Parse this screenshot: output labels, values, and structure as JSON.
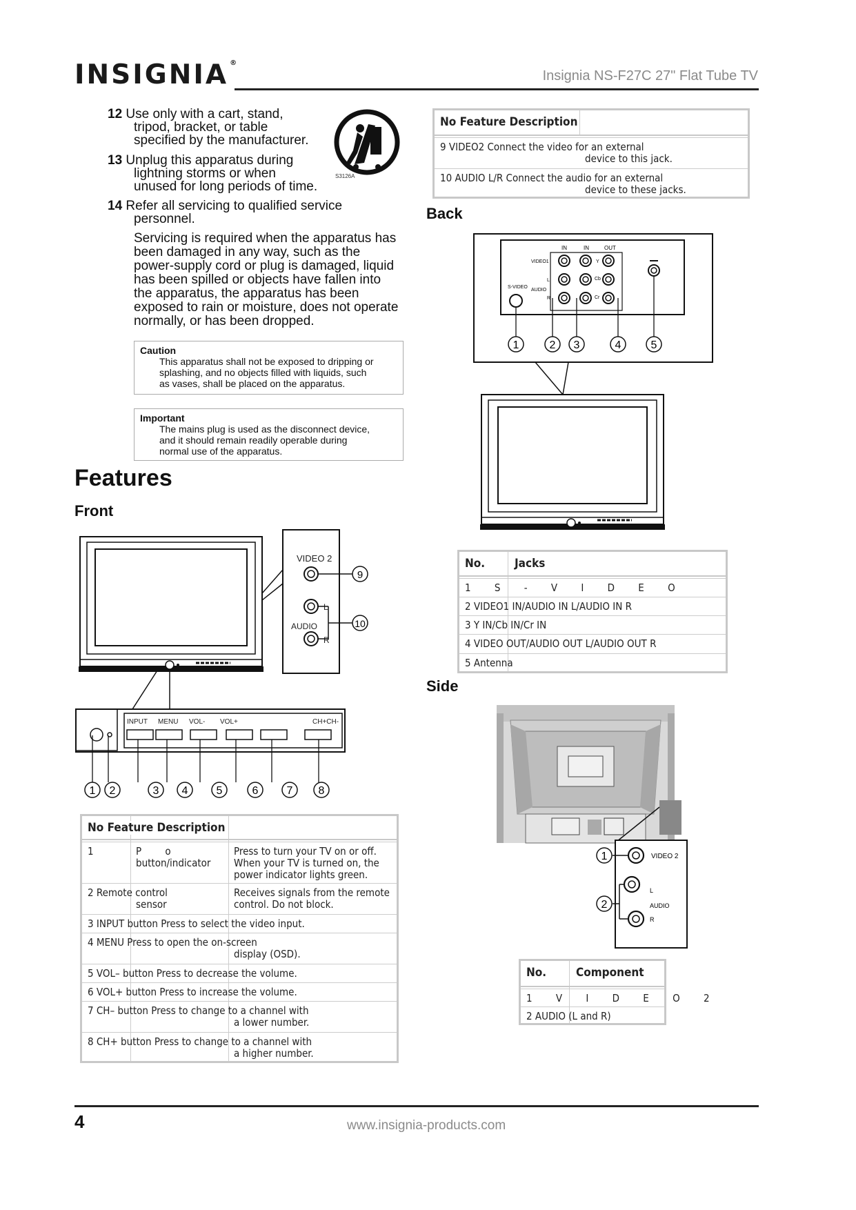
{
  "header": {
    "logo": "INSIGNIA",
    "title": "Insignia NS-F27C 27\" Flat Tube TV"
  },
  "safety": {
    "item12": {
      "num": "12",
      "line1": "Use only with a cart, stand,",
      "line2": "tripod, bracket, or table",
      "line3": "specified by the manufacturer."
    },
    "item13": {
      "num": "13",
      "line1": "Unplug this apparatus during",
      "line2": "lightning storms or when",
      "line3": "unused for long periods of time."
    },
    "item14": {
      "num": "14",
      "line1": "Refer all servicing to qualified service",
      "line2": "personnel."
    },
    "servicing": [
      "Servicing is required when the apparatus has",
      "been damaged in any way, such as the",
      "power-supply cord or plug is damaged, liquid",
      "has been spilled or objects have fallen into",
      "the apparatus, the apparatus has been",
      "exposed to rain or moisture, does not operate",
      "normally, or has been dropped."
    ],
    "icon_caption": "S3126A"
  },
  "caution": {
    "title": "Caution",
    "lines": [
      "This apparatus shall not be exposed to dripping or",
      "splashing, and no objects filled with liquids, such",
      "as vases, shall be placed on the apparatus."
    ]
  },
  "important": {
    "title": "Important",
    "lines": [
      "The mains plug is used as the disconnect device,",
      "and it should remain readily operable during",
      "normal use of the apparatus."
    ]
  },
  "features": {
    "heading": "Features",
    "front_heading": "Front",
    "back_heading": "Back",
    "side_heading": "Side"
  },
  "front_diagram": {
    "jack_labels": {
      "video2": "VIDEO 2",
      "l": "L",
      "audio": "AUDIO",
      "r": "R"
    },
    "panel_labels": [
      "INPUT",
      "MENU",
      "VOL-",
      "VOL+",
      "CH+CH-"
    ],
    "callouts": [
      "1",
      "2",
      "3",
      "4",
      "5",
      "6",
      "7",
      "8",
      "9",
      "10"
    ]
  },
  "back_diagram": {
    "labels": {
      "in1": "IN",
      "in2": "IN",
      "out": "OUT",
      "video1": "VIDEO1",
      "svideo": "S-VIDEO",
      "audio": "AUDIO",
      "l": "L",
      "r": "R",
      "y": "Y",
      "cb": "Cb",
      "cr": "Cr"
    },
    "callouts": [
      "1",
      "2",
      "3",
      "4",
      "5"
    ]
  },
  "side_diagram": {
    "labels": {
      "video2": "VIDEO 2",
      "l": "L",
      "audio": "AUDIO",
      "r": "R"
    },
    "callouts": [
      "1",
      "2"
    ]
  },
  "front_table": {
    "header": "No Feature Description",
    "rows": [
      {
        "c1": "1",
        "c2": "P        o",
        "c2b": "button/indicator",
        "c3": "Press to turn your TV on or off.",
        "c3b": "When your TV is turned on, the",
        "c3c": "power indicator lights green."
      },
      {
        "c1": "2 Remote control",
        "c2b": "sensor",
        "c3": "Receives signals from the remote",
        "c3b": "control. Do not block."
      },
      {
        "c1": "3 INPUT button Press to select the video input."
      },
      {
        "c1": "4 MENU Press to open the on-screen",
        "c3b": "display (OSD)."
      },
      {
        "c1": "5 VOL– button Press to decrease the volume."
      },
      {
        "c1": "6 VOL+ button Press to increase the volume."
      },
      {
        "c1": "7 CH– button Press to change to a channel with",
        "c3b": "a lower number."
      },
      {
        "c1": "8 CH+ button Press to change to a channel with",
        "c3b": "a higher number."
      }
    ]
  },
  "cont_table": {
    "header": "No Feature Description",
    "rows": [
      {
        "c1": "9 VIDEO2 Connect the video for an external",
        "c3b": "device to this jack."
      },
      {
        "c1": "10 AUDIO L/R Connect the audio for an external",
        "c3b": "device to these jacks."
      }
    ]
  },
  "jacks_table": {
    "head_no": "No.",
    "head_jacks": "Jacks",
    "rows": [
      "1        S        -        V        I        D        E        O",
      "2 VIDEO1 IN/AUDIO IN L/AUDIO IN R",
      "3 Y IN/Cb IN/Cr IN",
      "4 VIDEO OUT/AUDIO OUT L/AUDIO OUT R",
      "5 Antenna"
    ]
  },
  "component_table": {
    "head_no": "No.",
    "head_comp": "Component",
    "rows": [
      "1        V        I        D        E        O        2",
      "2 AUDIO (L and R)"
    ]
  },
  "footer": {
    "page": "4",
    "url": "www.insignia-products.com"
  }
}
